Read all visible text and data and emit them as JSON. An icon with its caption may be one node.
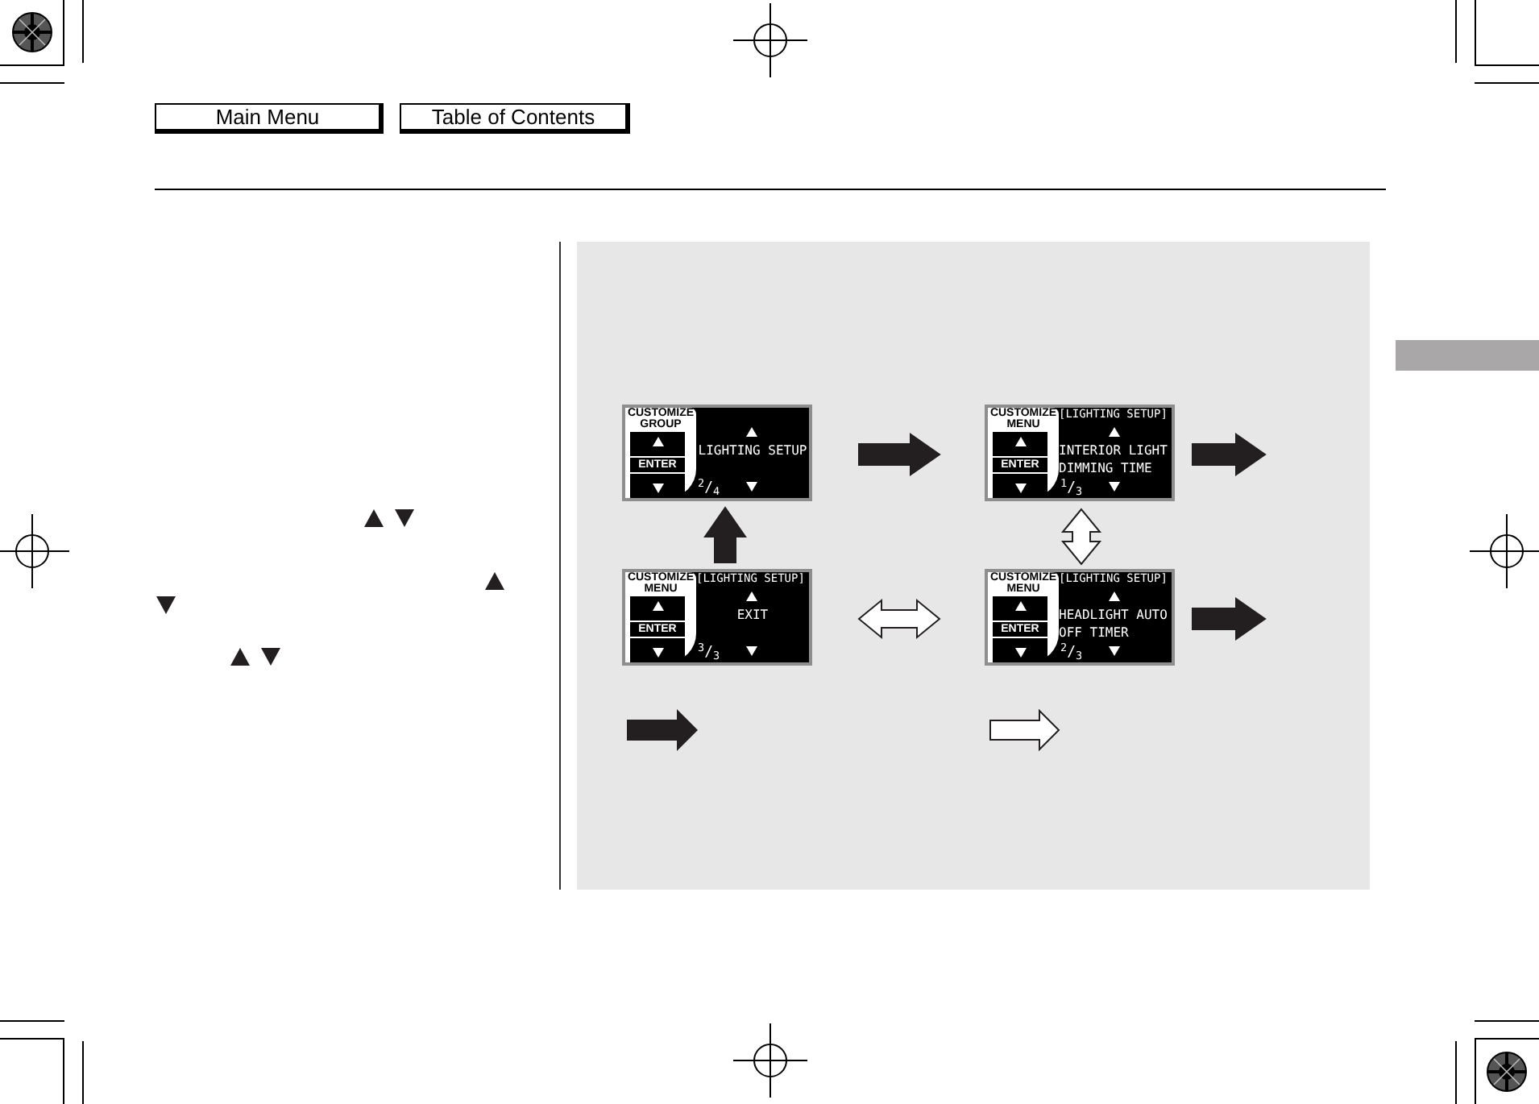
{
  "diagram": {
    "nodes": [
      {
        "text": [
          "Main Menu"
        ]
      },
      {
        "text": [
          "Table of Contents"
        ]
      },
      {
        "text": [],
        "shape": "box"
      },
      {
        "text": [
          "CUSTOMIZE GROUP",
          "ENTER",
          "LIGHTING SETUP",
          "$^{2}$/$_{4}$"
        ]
      },
      {
        "text": [
          "CUSTOMIZE MENU",
          "ENTER",
          "[LIGHTING SETUP]",
          "INTERIOR LIGHT DIMMING TIME",
          "$^{1}$/$_{3}$"
        ]
      },
      {
        "text": [
          "CUSTOMIZE MENU",
          "ENTER",
          "[LIGHTING SETUP]",
          "EXIT",
          "$^{3}$/$_{3}$"
        ]
      },
      {
        "text": [
          "CUSTOMIZE MENU",
          "ENTER",
          "[LIGHTING SETUP]",
          "HEADLIGHT AUTO OFF TIMER",
          "$^{2}$/$_{3}$"
        ]
      }
    ],
    "edges": [
      {
        "from": 3,
        "to": 4,
        "arrow": "to"
      },
      {
        "from": 4,
        "to": null,
        "arrow": "to"
      },
      {
        "from": 5,
        "to": 3,
        "arrow": "to"
      },
      {
        "from": 4,
        "to": 6,
        "arrow": "both",
        "color": "#ffffff"
      },
      {
        "from": 5,
        "to": 6,
        "arrow": "both",
        "color": "#ffffff"
      },
      {
        "from": 6,
        "to": null,
        "arrow": "to"
      }
    ]
  }
}
